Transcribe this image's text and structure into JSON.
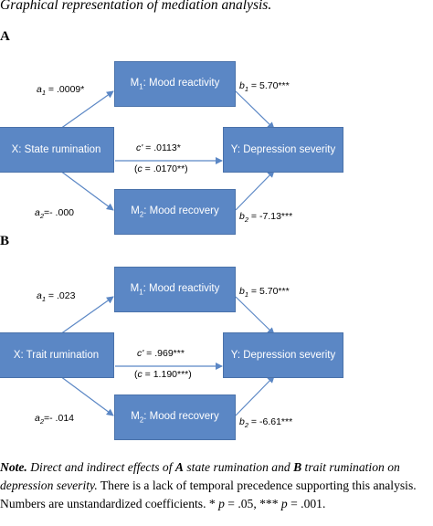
{
  "figure_title": "Graphical representation of mediation analysis.",
  "colors": {
    "box_fill": "#5b87c5",
    "box_text": "#ffffff",
    "arrow": "#5b87c5"
  },
  "panels": [
    {
      "letter": "A",
      "x_label": "X: State rumination",
      "y_label": "Y: Depression severity",
      "m1_prefix": "M",
      "m1_sub": "1",
      "m1_rest": ": Mood reactivity",
      "m2_prefix": "M",
      "m2_sub": "2",
      "m2_rest": ": Mood recovery",
      "a1": {
        "sym": "a",
        "sub": "1",
        "val": " = .0009*"
      },
      "b1": {
        "sym": "b",
        "sub": "1",
        "val": " = 5.70***"
      },
      "a2": {
        "sym": "a",
        "sub": "2",
        "val": "=- .000"
      },
      "b2": {
        "sym": "b",
        "sub": "2",
        "val": " = -7.13***"
      },
      "c_prime": {
        "sym": "c'",
        "val": " = .0113*"
      },
      "c_total": {
        "open": "(",
        "sym": "c",
        "val": " = .0170**)"
      }
    },
    {
      "letter": "B",
      "x_label": "X: Trait rumination",
      "y_label": "Y: Depression severity",
      "m1_prefix": "M",
      "m1_sub": "1",
      "m1_rest": ": Mood reactivity",
      "m2_prefix": "M",
      "m2_sub": "2",
      "m2_rest": ": Mood recovery",
      "a1": {
        "sym": "a",
        "sub": "1",
        "val": " = .023"
      },
      "b1": {
        "sym": "b",
        "sub": "1",
        "val": " = 5.70***"
      },
      "a2": {
        "sym": "a",
        "sub": "2",
        "val": "=- .014"
      },
      "b2": {
        "sym": "b",
        "sub": "2",
        "val": " = -6.61***"
      },
      "c_prime": {
        "sym": "c'",
        "val": " = .969***"
      },
      "c_total": {
        "open": "(",
        "sym": "c",
        "val": " = 1.190***)"
      }
    }
  ],
  "note": {
    "label": "Note.",
    "t1": " Direct and indirect effects of ",
    "a_letter": "A",
    "t2": " state rumination and ",
    "b_letter": "B",
    "t3": " trait rumination on depression severity.",
    "t4": " There is a lack of temporal precedence supporting this analysis. Numbers are unstandardized coefficients. * ",
    "p1": "p",
    "t5": " = .05, *** ",
    "p2": "p",
    "t6": " = .001."
  }
}
